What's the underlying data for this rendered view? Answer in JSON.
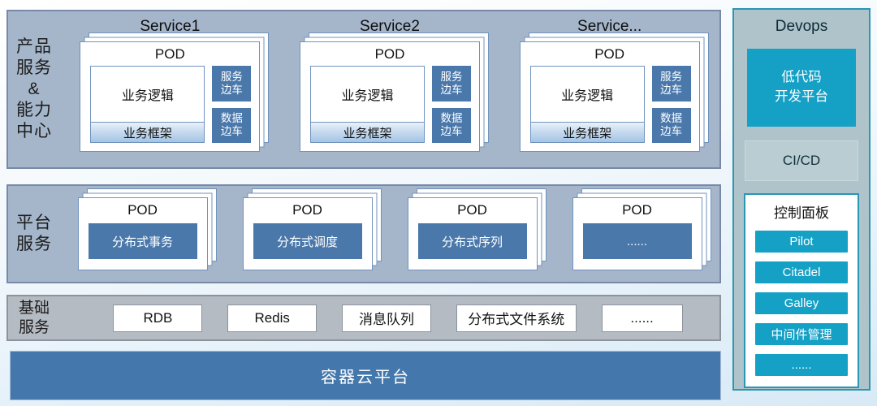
{
  "colors": {
    "steel_blue": "#4a78ab",
    "panel_blue_gray": "#a5b6cb",
    "panel_border": "#7889a8",
    "basic_gray": "#b5bbc3",
    "teal": "#15a0c6",
    "teal_border": "#2a97b4",
    "devops_bg": "#aec3ca",
    "card_border": "#7093bd"
  },
  "products_section": {
    "label_lines": [
      "产品",
      "服务",
      "&",
      "能力",
      "中心"
    ],
    "pod_label": "POD",
    "business_logic": "业务逻辑",
    "business_framework": "业务框架",
    "sidecar_service_lines": [
      "服务",
      "边车"
    ],
    "sidecar_data_lines": [
      "数据",
      "边车"
    ],
    "services": [
      {
        "title": "Service1"
      },
      {
        "title": "Service2"
      },
      {
        "title": "Service..."
      }
    ]
  },
  "platform_section": {
    "label_lines": [
      "平台",
      "服务"
    ],
    "pod_label": "POD",
    "pods": [
      "分布式事务",
      "分布式调度",
      "分布式序列",
      "......"
    ]
  },
  "basic_section": {
    "label_lines": [
      "基础",
      "服务"
    ],
    "items": [
      "RDB",
      "Redis",
      "消息队列",
      "分布式文件系统",
      "......"
    ]
  },
  "container_platform": {
    "label": "容器云平台"
  },
  "devops": {
    "title": "Devops",
    "low_code_lines": [
      "低代码",
      "开发平台"
    ],
    "cicd_label": "CI/CD",
    "control_panel_title": "控制面板",
    "control_items": [
      "Pilot",
      "Citadel",
      "Galley",
      "中间件管理",
      "......"
    ]
  }
}
